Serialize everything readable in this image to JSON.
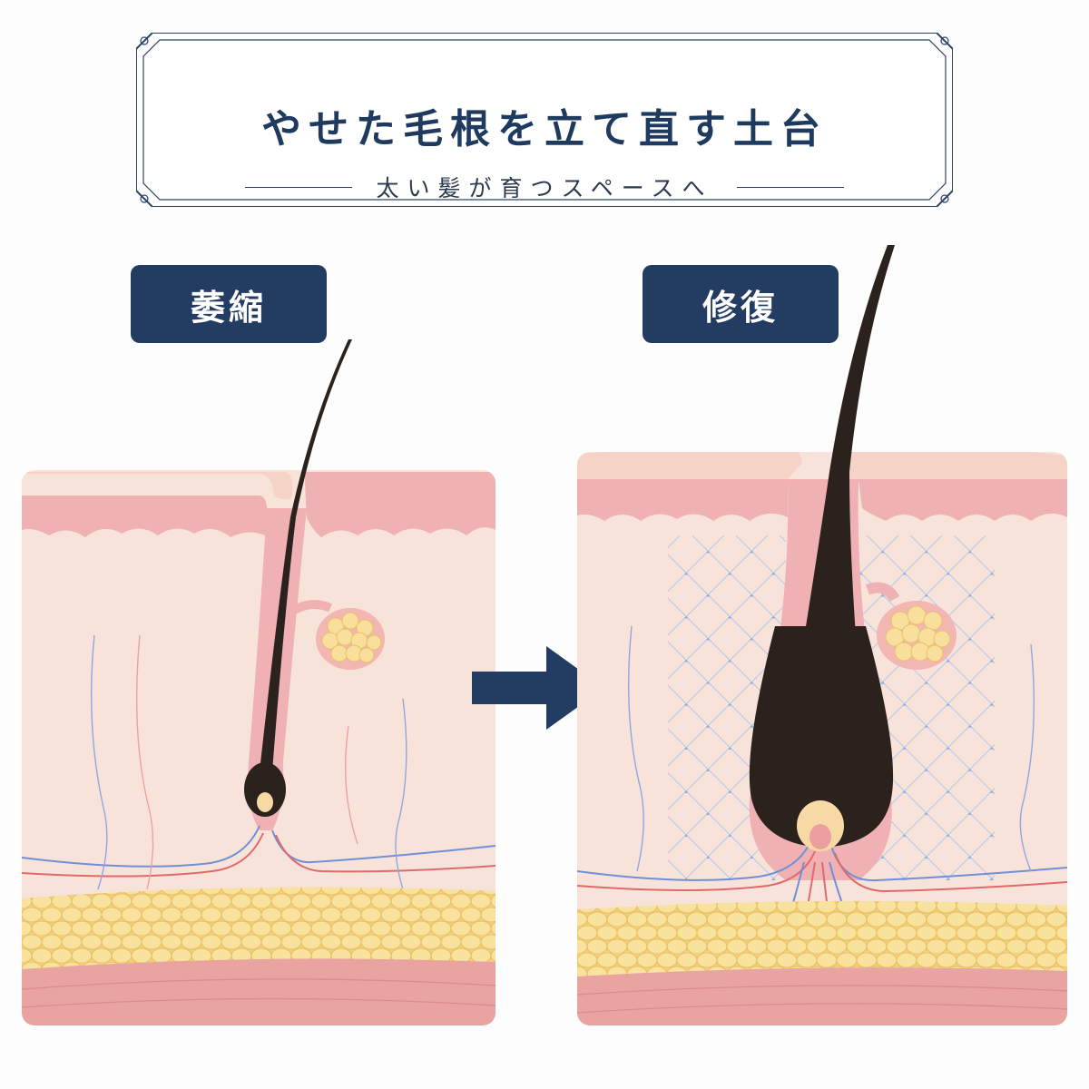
{
  "title": {
    "main": "やせた毛根を立て直す土台",
    "subtitle": "太い髪が育つスペースへ"
  },
  "panels": {
    "before": {
      "label": "萎縮"
    },
    "after": {
      "label": "修復"
    }
  },
  "colors": {
    "navy": "#233c61",
    "skin": "#f7e3dc",
    "epidermis": "#f0b3b4",
    "fat": "#f6dc8f",
    "muscle": "#e9a2a0",
    "hair": "#2b221e",
    "vein": "#6f8fd6",
    "artery": "#e06a6a",
    "mesh": "#a9c6e8"
  },
  "icons": {
    "arrow": "arrow-right-icon"
  }
}
